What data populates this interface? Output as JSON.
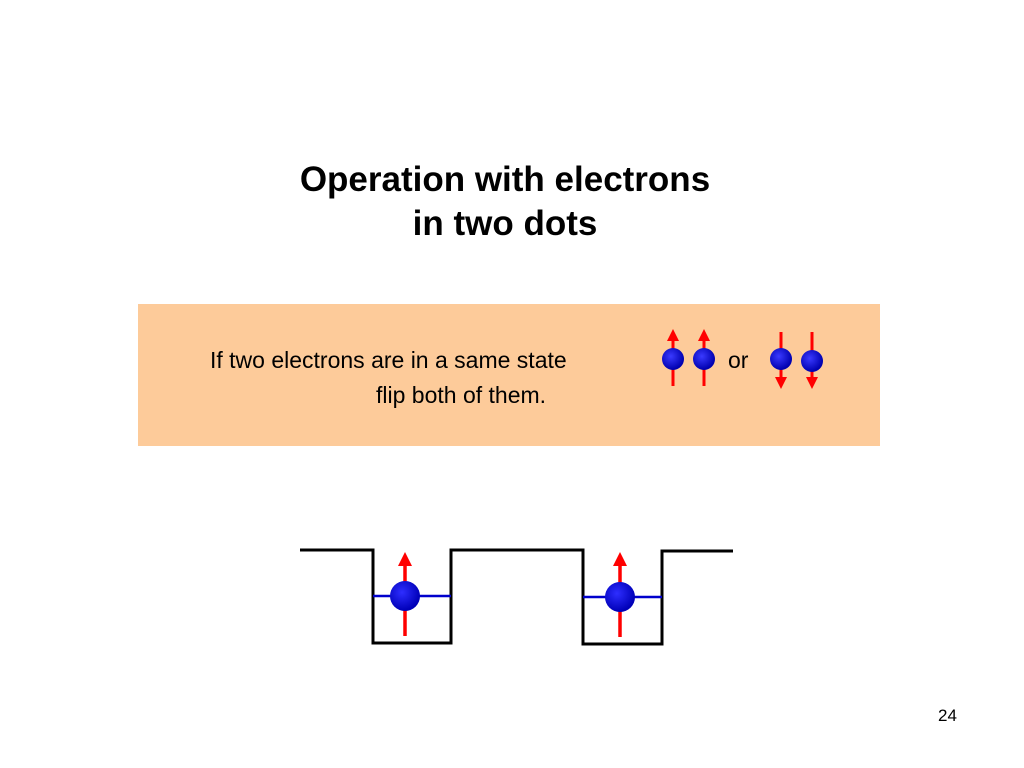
{
  "slide": {
    "title_line1": "Operation with electrons",
    "title_line2": "in two dots",
    "page_number": "24"
  },
  "callout": {
    "text_line1": "If two electrons are in a same state",
    "connector": "or",
    "text_line2": "flip both of them.",
    "background_color": "#fdcb9a"
  },
  "spin_states": [
    {
      "name": "both-up",
      "spins": [
        "up",
        "up"
      ]
    },
    {
      "name": "both-down",
      "spins": [
        "down",
        "down"
      ]
    }
  ],
  "diagram": {
    "dots": [
      {
        "name": "left-dot",
        "electron_spin": "up"
      },
      {
        "name": "right-dot",
        "electron_spin": "up"
      }
    ],
    "colors": {
      "electron": "#1a1aff",
      "spin_arrow": "#ff0000",
      "energy_level": "#0000cc",
      "potential": "#000000"
    }
  }
}
